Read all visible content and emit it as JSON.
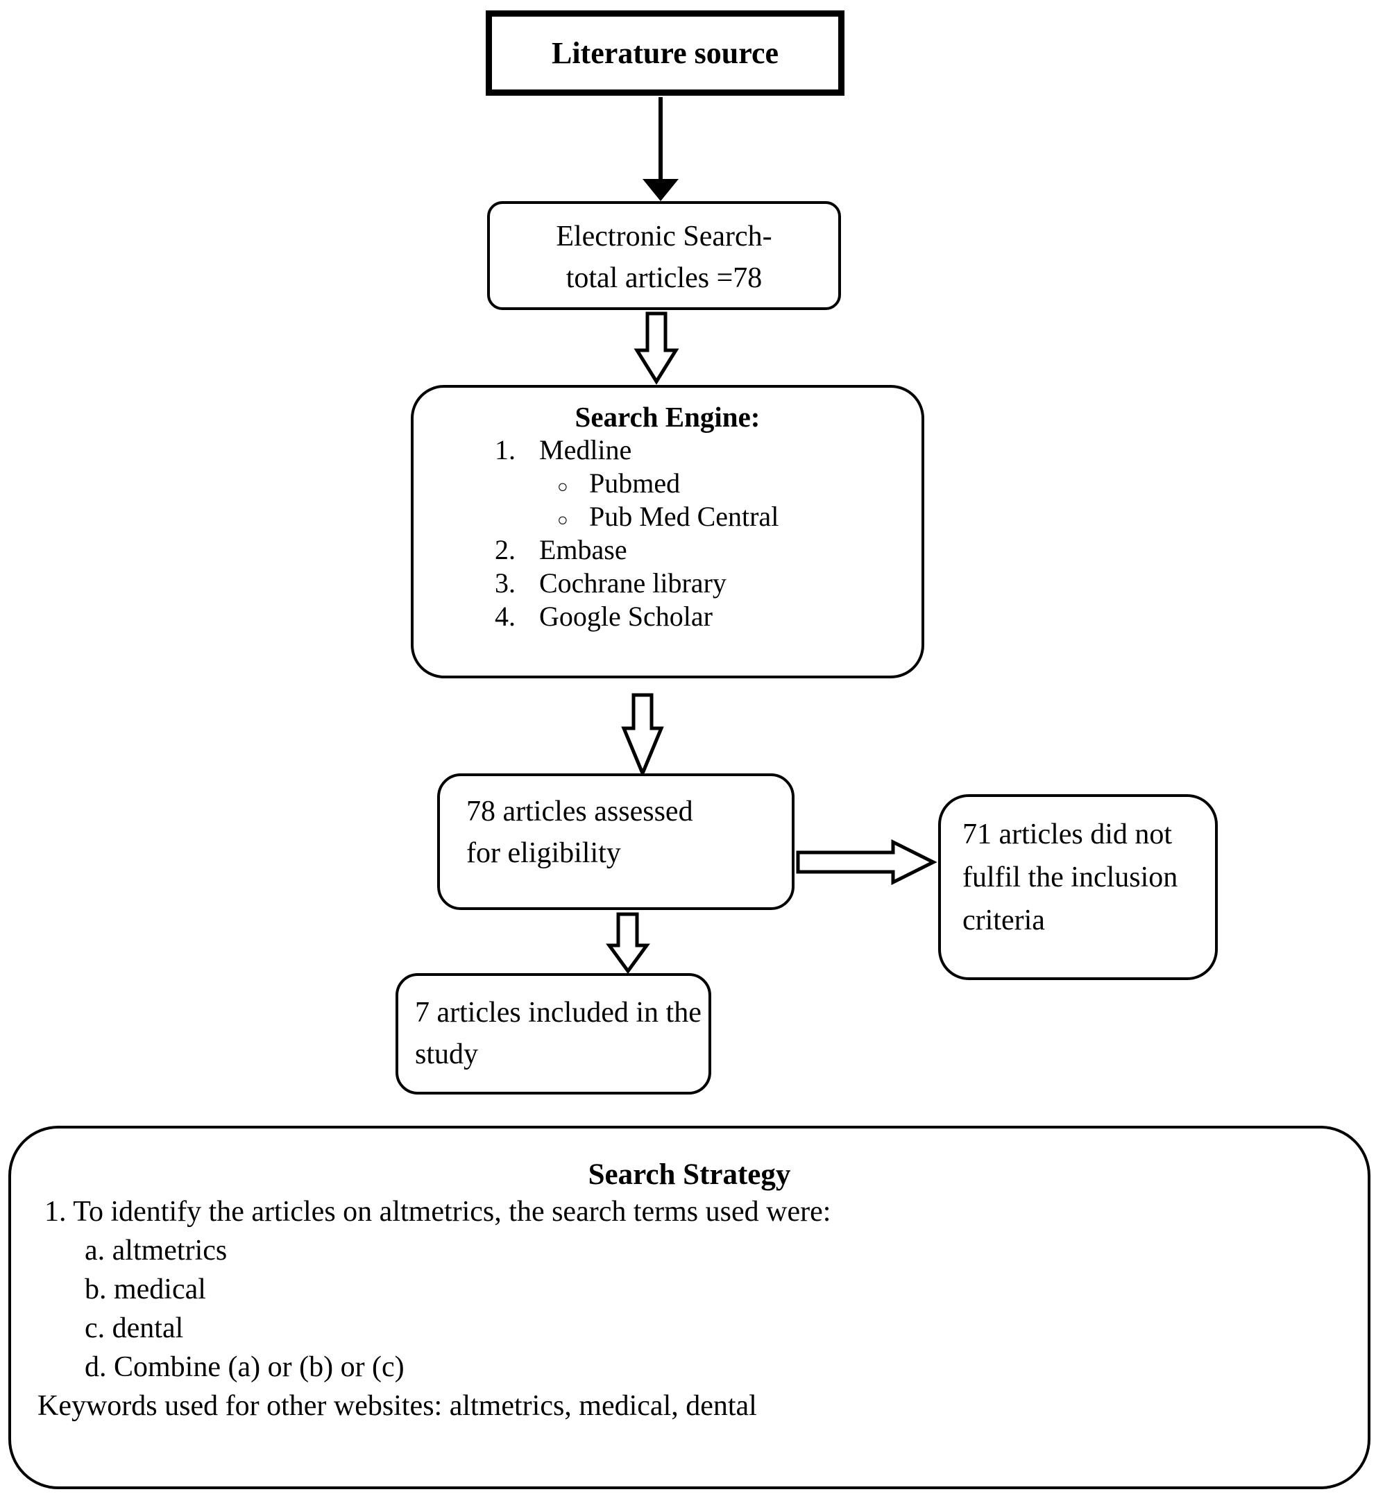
{
  "diagram": {
    "colors": {
      "ink": "#000000",
      "background": "#ffffff"
    },
    "literature_source": {
      "label": "Literature source"
    },
    "electronic_search": {
      "line1": "Electronic Search-",
      "line2": "total articles =78"
    },
    "search_engine": {
      "title": "Search Engine:",
      "items": [
        {
          "marker": "1.",
          "text": "Medline"
        },
        {
          "marker": "○",
          "text": "Pubmed"
        },
        {
          "marker": "○",
          "text": "Pub Med Central"
        },
        {
          "marker": "2.",
          "text": "Embase"
        },
        {
          "marker": "3.",
          "text": "Cochrane library"
        },
        {
          "marker": "4.",
          "text": "Google Scholar"
        }
      ]
    },
    "assessed": {
      "line1": "78 articles assessed",
      "line2": "for eligibility"
    },
    "excluded": {
      "line1": "71 articles did not",
      "line2": "fulfil the inclusion",
      "line3": "criteria"
    },
    "included": {
      "line1": "7 articles included in the",
      "line2": "study"
    },
    "strategy": {
      "title": "Search Strategy",
      "intro": "1. To identify the articles on altmetrics, the search terms used were:",
      "terms": [
        "a. altmetrics",
        "b. medical",
        "c. dental",
        "d. Combine (a) or (b) or (c)"
      ],
      "footer": "Keywords used for other websites: altmetrics, medical, dental"
    }
  }
}
